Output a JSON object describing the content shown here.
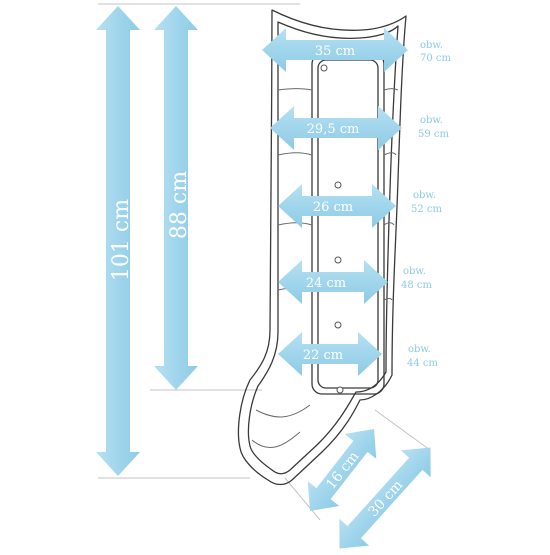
{
  "colors": {
    "arrow": "#9fd4ec",
    "arrow_dark": "#7fc3e2",
    "outline": "#3a3a3a",
    "guide": "#bdbdbd",
    "circ_text": "#8ccbe6"
  },
  "heights": [
    {
      "label": "101 cm"
    },
    {
      "label": "88 cm"
    }
  ],
  "widths": [
    {
      "label": "35 cm",
      "circ_prefix": "obw.",
      "circ_value": "70 cm"
    },
    {
      "label": "29,5 cm",
      "circ_prefix": "obw.",
      "circ_value": "59 cm"
    },
    {
      "label": "26 cm",
      "circ_prefix": "obw.",
      "circ_value": "52 cm"
    },
    {
      "label": "24 cm",
      "circ_prefix": "obw.",
      "circ_value": "48 cm"
    },
    {
      "label": "22 cm",
      "circ_prefix": "obw.",
      "circ_value": "44 cm"
    }
  ],
  "foot": [
    {
      "label": "16 cm"
    },
    {
      "label": "30 cm"
    }
  ]
}
